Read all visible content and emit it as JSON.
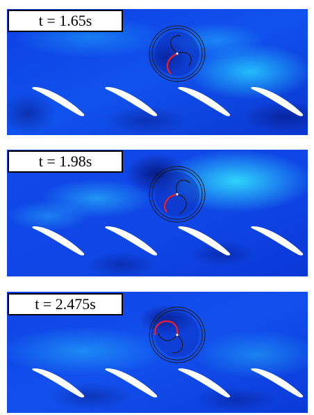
{
  "panels": [
    {
      "time_label": "t = 1.65s"
    },
    {
      "time_label": "t = 1.98s"
    },
    {
      "time_label": "t = 2.475s"
    }
  ],
  "colors": {
    "flow_background": "#0b3ee0",
    "high_velocity": "#2ad0ff",
    "low_velocity": "#0a1f9a",
    "airfoil": "#ffffff",
    "blade": "#e0202a",
    "rotor_outline": "#1a1a1a"
  }
}
